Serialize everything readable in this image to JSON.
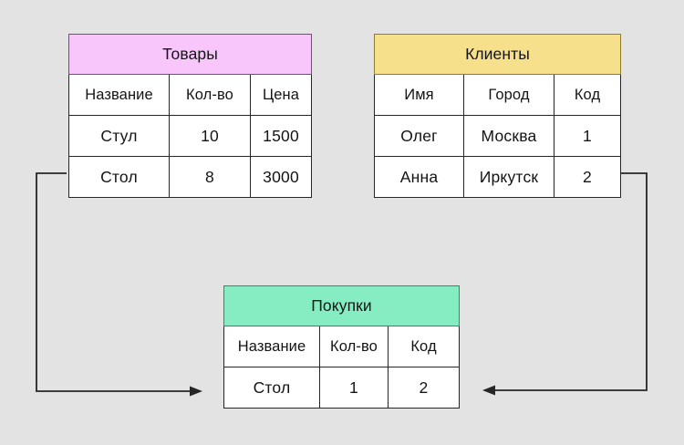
{
  "diagram": {
    "background_color": "#e3e3e3",
    "line_color": "#262626"
  },
  "tables": [
    {
      "id": "products",
      "title": "Товары",
      "header_color": "#f9c6fc",
      "columns": [
        "Название",
        "Кол-во",
        "Цена"
      ],
      "rows": [
        [
          "Стул",
          "10",
          "1500"
        ],
        [
          "Стол",
          "8",
          "3000"
        ]
      ]
    },
    {
      "id": "clients",
      "title": "Клиенты",
      "header_color": "#f6e08c",
      "columns": [
        "Имя",
        "Город",
        "Код"
      ],
      "rows": [
        [
          "Олег",
          "Москва",
          "1"
        ],
        [
          "Анна",
          "Иркутск",
          "2"
        ]
      ]
    },
    {
      "id": "purchases",
      "title": "Покупки",
      "header_color": "#86edc2",
      "columns": [
        "Название",
        "Кол-во",
        "Код"
      ],
      "rows": [
        [
          "Стол",
          "1",
          "2"
        ]
      ]
    }
  ],
  "connectors": [
    {
      "id": "products-to-purchases",
      "from": "products",
      "to": "purchases",
      "direction": "right"
    },
    {
      "id": "clients-to-purchases",
      "from": "clients",
      "to": "purchases",
      "direction": "left"
    }
  ]
}
